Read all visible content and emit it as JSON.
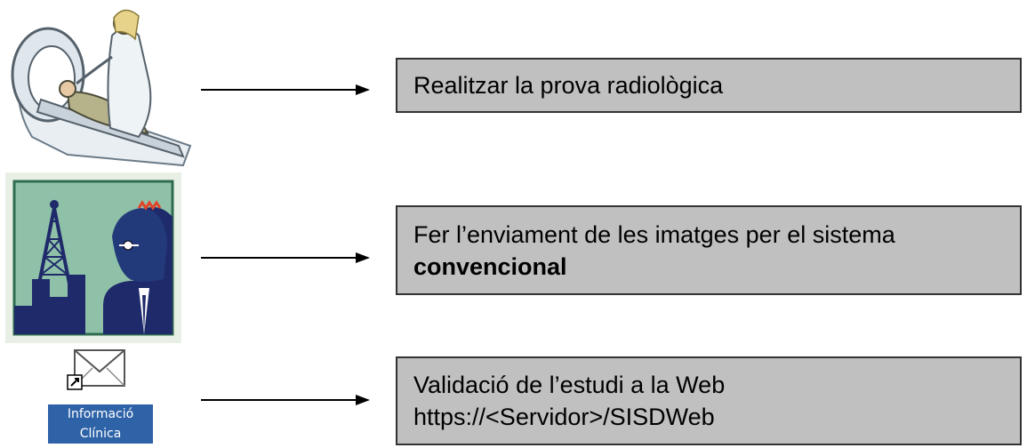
{
  "steps": [
    {
      "line1": "Realitzar la prova radiològica",
      "line2": ""
    },
    {
      "line1": "Fer l’enviament de les imatges per el sistema",
      "line2": "convencional"
    },
    {
      "line1": "Validació de l’estudi a la Web",
      "line2": "https://<Servidor>/SISDWeb"
    }
  ],
  "shortcut": {
    "label_line1": "Informació",
    "label_line2": "Clínica",
    "icon": "envelope-shortcut-icon"
  },
  "illustrations": [
    "radiology-scan-illustration",
    "telecommunication-illustration"
  ],
  "colors": {
    "box_fill": "#c0c0c0",
    "box_border": "#333333",
    "shortcut_label_bg": "#2f63a8"
  }
}
